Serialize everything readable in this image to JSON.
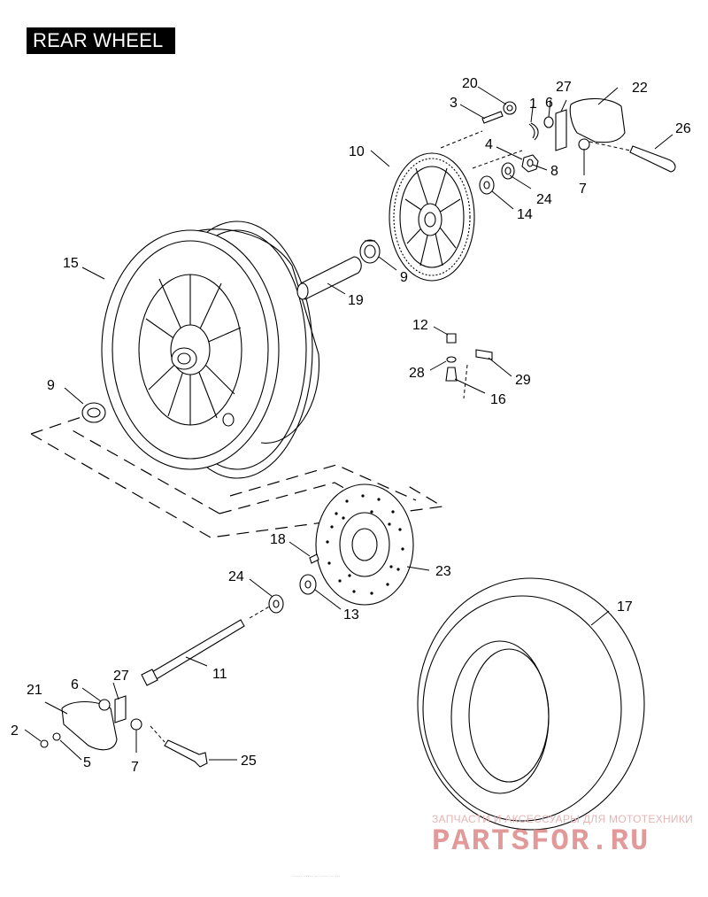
{
  "title": "REAR WHEEL",
  "callouts": {
    "c1": "1",
    "c2": "2",
    "c3": "3",
    "c4": "4",
    "c5": "5",
    "c6a": "6",
    "c6b": "6",
    "c7a": "7",
    "c7b": "7",
    "c8": "8",
    "c9a": "9",
    "c9b": "9",
    "c10": "10",
    "c11": "11",
    "c12": "12",
    "c13": "13",
    "c14": "14",
    "c15": "15",
    "c16": "16",
    "c17": "17",
    "c18": "18",
    "c19": "19",
    "c20": "20",
    "c21": "21",
    "c22": "22",
    "c23": "23",
    "c24a": "24",
    "c24b": "24",
    "c25": "25",
    "c26": "26",
    "c27a": "27",
    "c27b": "27",
    "c28": "28",
    "c29": "29"
  },
  "watermark": {
    "line1": "ЗАПЧАСТИ И АКСЕССУАРЫ ДЛЯ МОТОТЕХНИКИ",
    "line2": "PARTSFOR.RU",
    "color": "#d97878"
  },
  "footer_tiny": "...... ..... .. ..... .. ..."
}
